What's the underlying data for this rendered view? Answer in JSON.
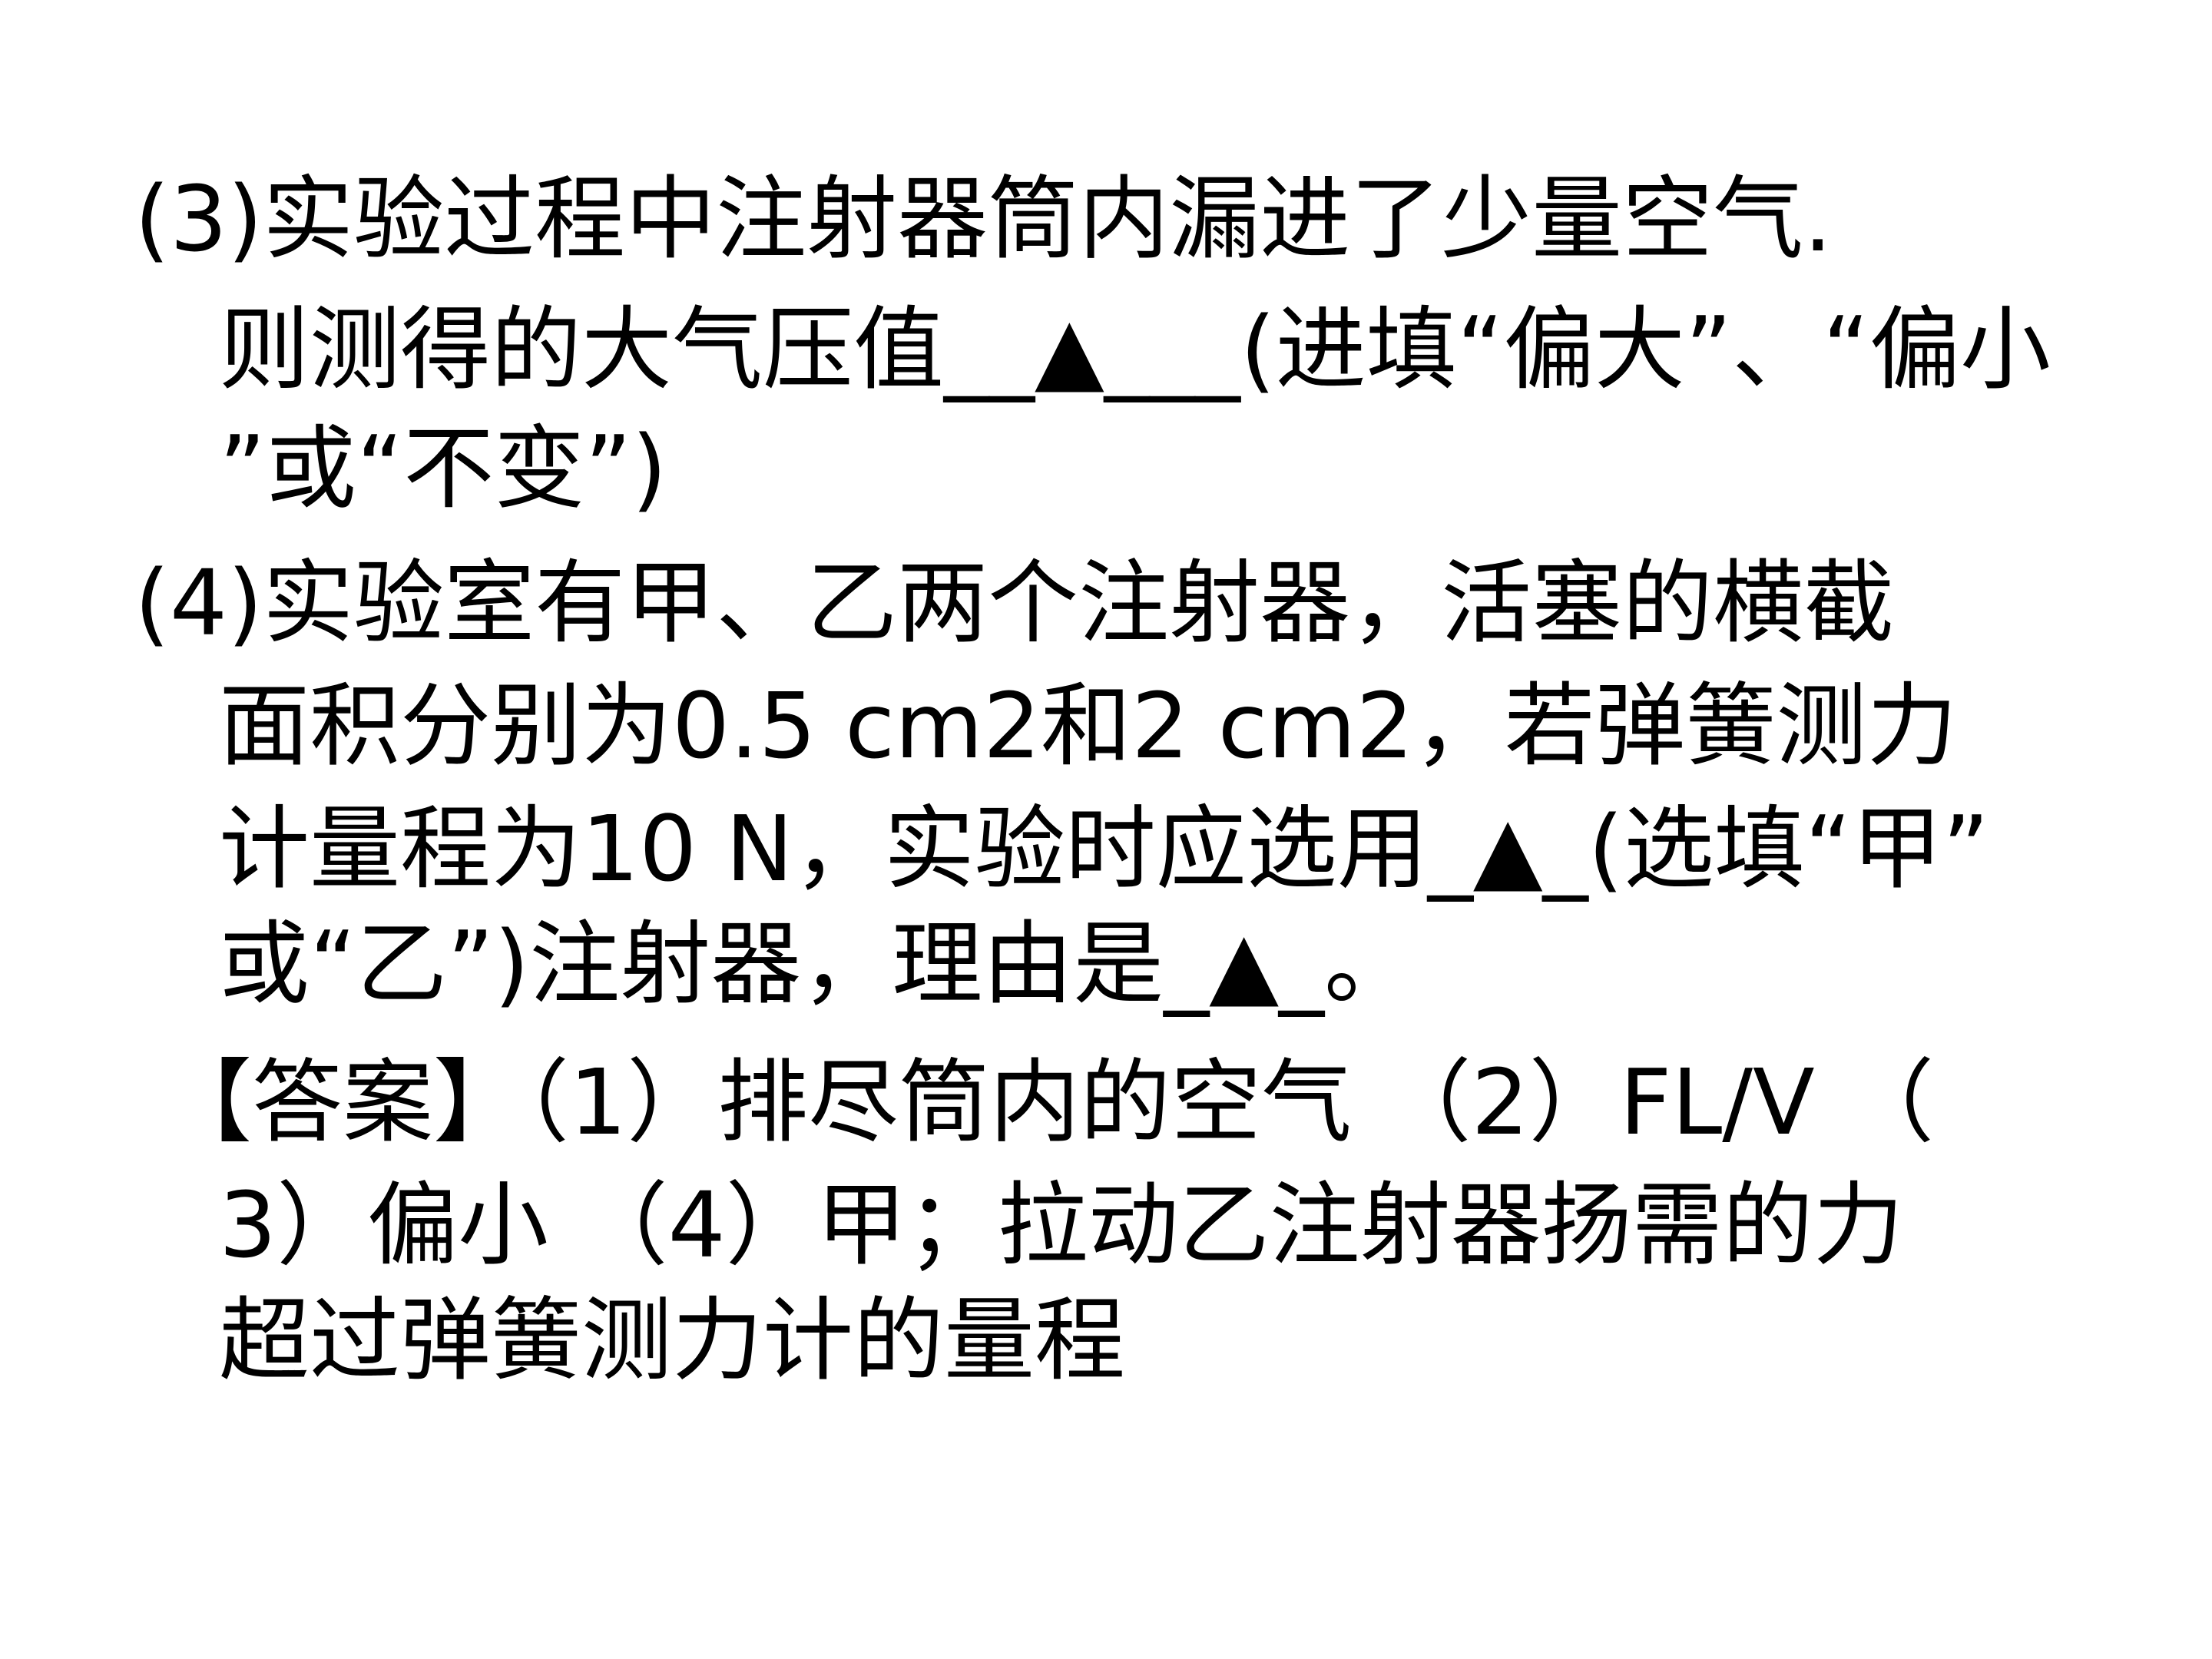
{
  "colors": {
    "background": "#ffffff",
    "text": "#000000"
  },
  "question3": {
    "line1": "(3)实验过程中注射器筒内漏进了少量空气.",
    "line2": "则测得的大气压值__▲___(进填“偏大”、“偏小",
    "line3": "”或“不变”)"
  },
  "question4": {
    "line1": "(4)实验室有甲、乙两个注射器，活塞的横截",
    "line2": "面积分别为0.5 cm2和2 cm2，若弹簧测力",
    "line3": "计量程为10 N，实验时应选用_▲_(选填“甲”",
    "line4": "或“乙”)注射器，理由是_▲_。"
  },
  "answer": {
    "line1": "【答案】（1）排尽筒内的空气 （2）FL/V （",
    "line2": "3）偏小 （4）甲；拉动乙注射器扬需的力",
    "line3": "超过弹簧测力计的量程"
  }
}
